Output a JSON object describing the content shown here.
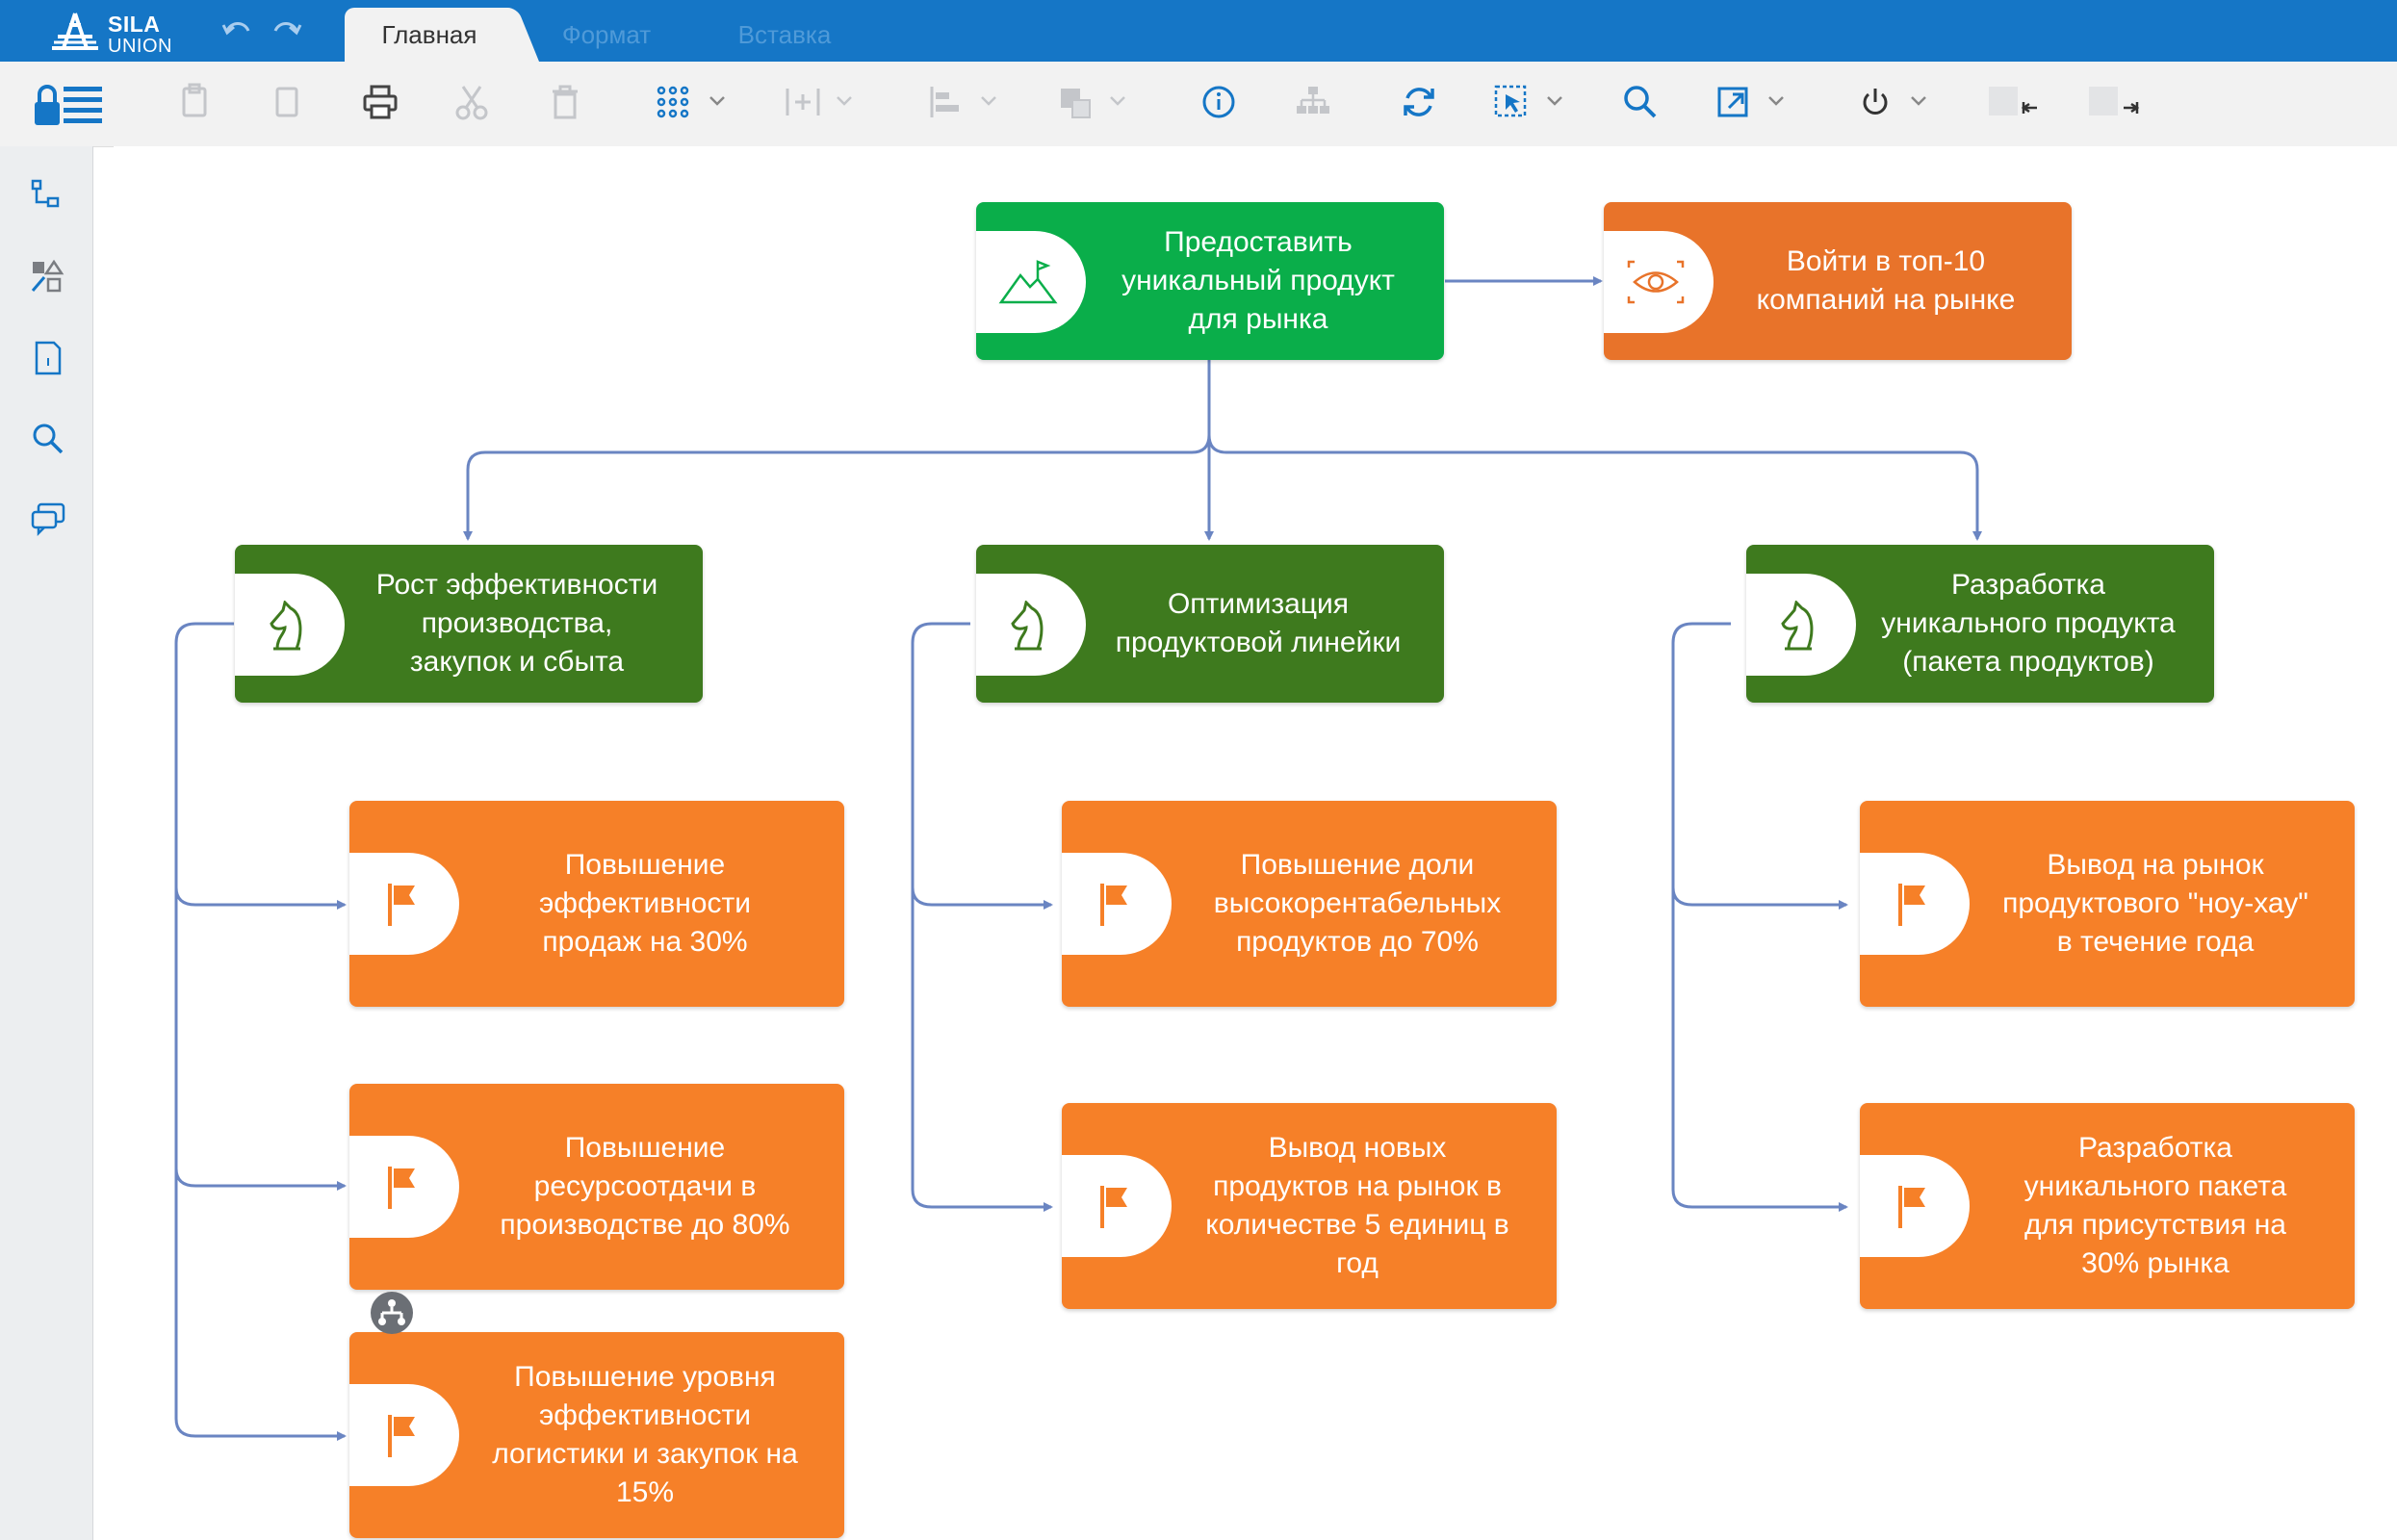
{
  "app": {
    "logo_line1": "SILA",
    "logo_line2": "UNION"
  },
  "tabs": [
    {
      "label": "Главная",
      "active": true
    },
    {
      "label": "Формат",
      "active": false
    },
    {
      "label": "Вставка",
      "active": false
    }
  ],
  "toolbar": {
    "buttons": [
      "paste-icon",
      "copy-icon",
      "print-icon",
      "cut-icon",
      "delete-icon",
      "grid-icon",
      "insert-column-icon",
      "align-icon",
      "arrange-icon",
      "info-icon",
      "hierarchy-icon",
      "refresh-icon",
      "select-icon",
      "search-icon",
      "export-icon",
      "power-icon",
      "indent-left-icon",
      "indent-right-icon"
    ]
  },
  "left_panel": [
    "tree-icon",
    "shapes-icon",
    "page-icon",
    "search-icon",
    "comments-icon"
  ],
  "colors": {
    "titlebar": "#1576c6",
    "goal_green": "#0aae4a",
    "strategy_green": "#3e7a1e",
    "task_orange": "#f68028",
    "connector": "#6a85c2"
  },
  "diagram": {
    "root": {
      "label": "Предоставить\nуникальный продукт\nдля рынка",
      "icon": "mountain-flag-icon"
    },
    "vision": {
      "label": "Войти в топ-10\nкомпаний на рынке",
      "icon": "eye-icon"
    },
    "strategies": [
      {
        "label": "Рост эффективности\nпроизводства,\nзакупок и сбыта",
        "icon": "chess-knight-icon"
      },
      {
        "label": "Оптимизация\nпродуктовой линейки",
        "icon": "chess-knight-icon"
      },
      {
        "label": "Разработка\nуникального  продукта\n(пакета продуктов)",
        "icon": "chess-knight-icon"
      }
    ],
    "tasks": [
      {
        "label": "Повышение\nэффективности\nпродаж на 30%",
        "icon": "flag-icon"
      },
      {
        "label": "Повышение\nресурсоотдачи в\nпроизводстве до 80%",
        "icon": "flag-icon"
      },
      {
        "label": "Повышение уровня\nэффективности\nлогистики и закупок на\n15%",
        "icon": "flag-icon"
      },
      {
        "label": "Повышение доли\nвысокорентабельных\nпродуктов до 70%",
        "icon": "flag-icon"
      },
      {
        "label": "Вывод новых\nпродуктов на рынок в\nколичестве 5 единиц в\nгод",
        "icon": "flag-icon"
      },
      {
        "label": "Вывод на рынок\nпродуктового \"ноу-хау\"\nв течение года",
        "icon": "flag-icon"
      },
      {
        "label": "Разработка\nуникального пакета\nдля присутствия на\n30% рынка",
        "icon": "flag-icon"
      }
    ]
  }
}
